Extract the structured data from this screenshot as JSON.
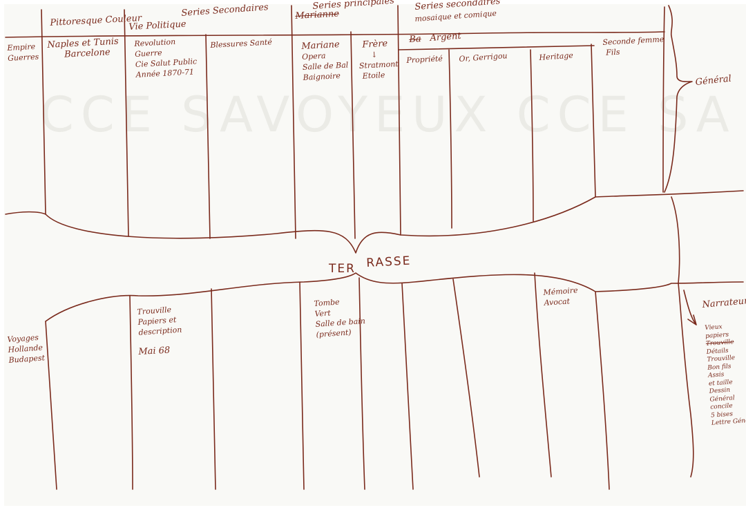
{
  "header": {
    "series_secondaires": "Series Secondaires",
    "series_principales": "Series principales",
    "marianne_struck": "Marianne",
    "series_secondaires_right": "Series secondaires",
    "mosaique": "mosaique et comique",
    "pittoresque": "Pittoresque Couleur",
    "vie_politique": "Vie Politique"
  },
  "columns": {
    "empire": [
      "Empire",
      "Guerres"
    ],
    "naples": [
      "Naples et Tunis",
      "Barcelone"
    ],
    "revolution": [
      "Revolution",
      "Guerre",
      "Cie Salut Public",
      "Année 1870-71"
    ],
    "blessures": [
      "Blessures Santé"
    ],
    "mariane": [
      "Mariane",
      "Opera",
      "Salle de Bal",
      "Baignoire"
    ],
    "frere": [
      "Frère",
      "↓",
      "Stratmont",
      "Etoile"
    ],
    "argent": "Argent",
    "argent_struck": "Ba",
    "propriete": "Propriété",
    "or_gerrigou": "Or, Gerrigou",
    "heritage": "Heritage",
    "seconde_femme": [
      "Seconde femme",
      "Fils"
    ],
    "general": "Général"
  },
  "center": {
    "terrasse_left": "TER",
    "terrasse_right": "RASSE"
  },
  "lower": {
    "voyages": [
      "Voyages",
      "Hollande",
      "Budapest"
    ],
    "trouville": [
      "Trouville",
      "Papiers et",
      "description"
    ],
    "mai68": "Mai 68",
    "tombe": [
      "Tombe",
      "Vert",
      "Salle de bain",
      "(présent)"
    ],
    "memoire": [
      "Mémoire",
      "Avocat"
    ],
    "narrateur": "Narrateur",
    "narr_list": [
      "Vieux",
      "papiers",
      "Trouville",
      "Détails",
      "Trouville",
      "Bon fils",
      "Assis",
      "et taille",
      "Dessin",
      "Général",
      "concile",
      "5 bises",
      "Lettre Général"
    ]
  },
  "colors": {
    "ink": "#7a2a1c",
    "paper": "#f9f9f6",
    "watermark": "#e6e6e2"
  },
  "watermark": "CCE SAVOYEUX CCE SA"
}
